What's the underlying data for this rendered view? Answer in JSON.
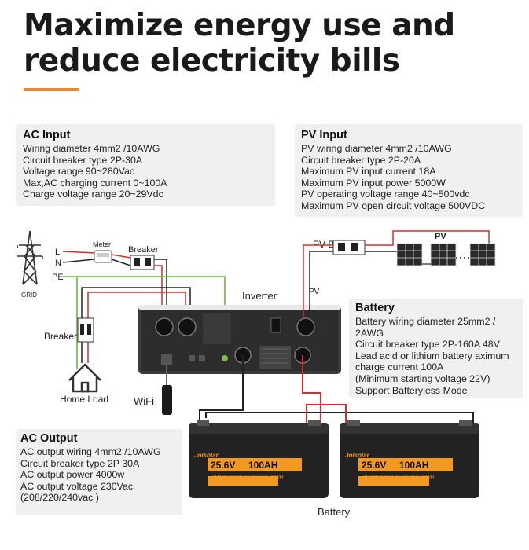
{
  "headline": {
    "line1": "Maximize energy use and",
    "line2": "reduce electricity bills"
  },
  "ac_input": {
    "title": "AC Input",
    "lines": [
      "Wiring diameter 4mm2 /10AWG",
      "Circuit breaker type 2P-30A",
      "Voltage range 90~280Vac",
      "Max,AC charging current 0~100A",
      "Charge voltage range 20~29Vdc"
    ]
  },
  "pv_input": {
    "title": "PV Input",
    "lines": [
      "PV wiring diameter 4mm2 /10AWG",
      "Circuit breaker type 2P-20A",
      "Maximum PV input current 18A",
      "Maximum PV input power 5000W",
      "PV operating voltage range 40~500vdc",
      "Maximum PV open circuit voltage 500VDC"
    ]
  },
  "battery_spec": {
    "title": "Battery",
    "lines": [
      "Battery wiring diameter 25mm2 /",
      "2AWG",
      "Circuit breaker type 2P-160A 48V",
      "Lead acid or lithium battery aximum",
      "charge current 100A",
      "(Minimum starting voltage 22V)",
      "Support Batteryless Mode"
    ]
  },
  "ac_output": {
    "title": "AC Output",
    "lines": [
      "AC output wiring 4mm2 /10AWG",
      "Circuit breaker type 2P 30A",
      "AC output power 4000w",
      "AC output voltage 230Vac",
      "(208/220/240vac )"
    ]
  },
  "diagram": {
    "grid": "GRID",
    "l": "L",
    "n": "N",
    "pe": "PE",
    "meter": "Meter",
    "breaker_top": "Breaker",
    "breaker_left": "Breaker",
    "home_load": "Home Load",
    "wifi": "WiFi",
    "inverter": "Inverter",
    "pv_breaker": "PV Breaker",
    "pv_panels": "PV",
    "pv_port": "PV",
    "battery_caption": "Battery",
    "batteries": [
      {
        "voltage": "25.6V",
        "capacity": "100AH",
        "spec": "J24100/(6000+Cycles)/2560WH",
        "brand": "Jolsolar"
      },
      {
        "voltage": "25.6V",
        "capacity": "100AH",
        "spec": "J24100/(6000+Cycles)/2560WH",
        "brand": "Jolsolar"
      }
    ]
  },
  "colors": {
    "accent": "#e8893a",
    "live_wire": "#d32f2f",
    "ground_wire": "#7cc04a",
    "battery_orange": "#f29a1f"
  }
}
